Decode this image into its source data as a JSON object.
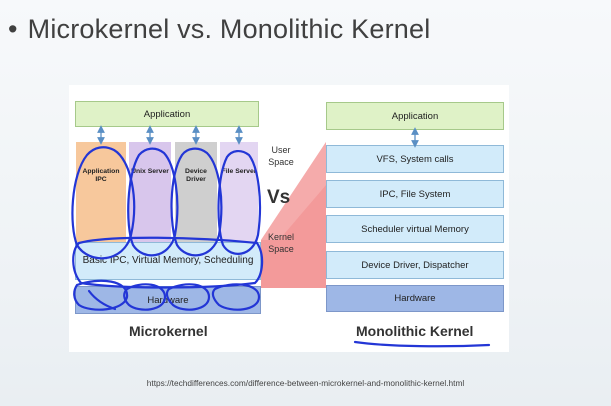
{
  "slide": {
    "title": "Microkernel vs. Monolithic Kernel",
    "source": "https://techdifferences.com/difference-between-microkernel-and-monolithic-kernel.html"
  },
  "microkernel": {
    "application": "Application",
    "services": [
      {
        "label": "Application IPC"
      },
      {
        "label": "Unix Server"
      },
      {
        "label": "Device Driver"
      },
      {
        "label": "File Server"
      }
    ],
    "core": "Basic IPC, Virtual Memory, Scheduling",
    "hardware": "Hardware",
    "caption": "Microkernel"
  },
  "middle": {
    "user_space": "User Space",
    "vs": "Vs",
    "kernel_space": "Kernel Space"
  },
  "monolithic": {
    "application": "Application",
    "layers": [
      {
        "label": "VFS, System calls"
      },
      {
        "label": "IPC, File System"
      },
      {
        "label": "Scheduler virtual Memory"
      },
      {
        "label": "Device Driver, Dispatcher"
      }
    ],
    "hardware": "Hardware",
    "caption": "Monolithic Kernel"
  },
  "colors": {
    "annotation_ink": "#2336d6",
    "kernel_wedge": "#f08c8c",
    "service_orange": "#f7c89c",
    "service_purple": "#d8c6ec",
    "service_gray": "#cfcfcf",
    "service_lilac": "#e3d6f2"
  }
}
